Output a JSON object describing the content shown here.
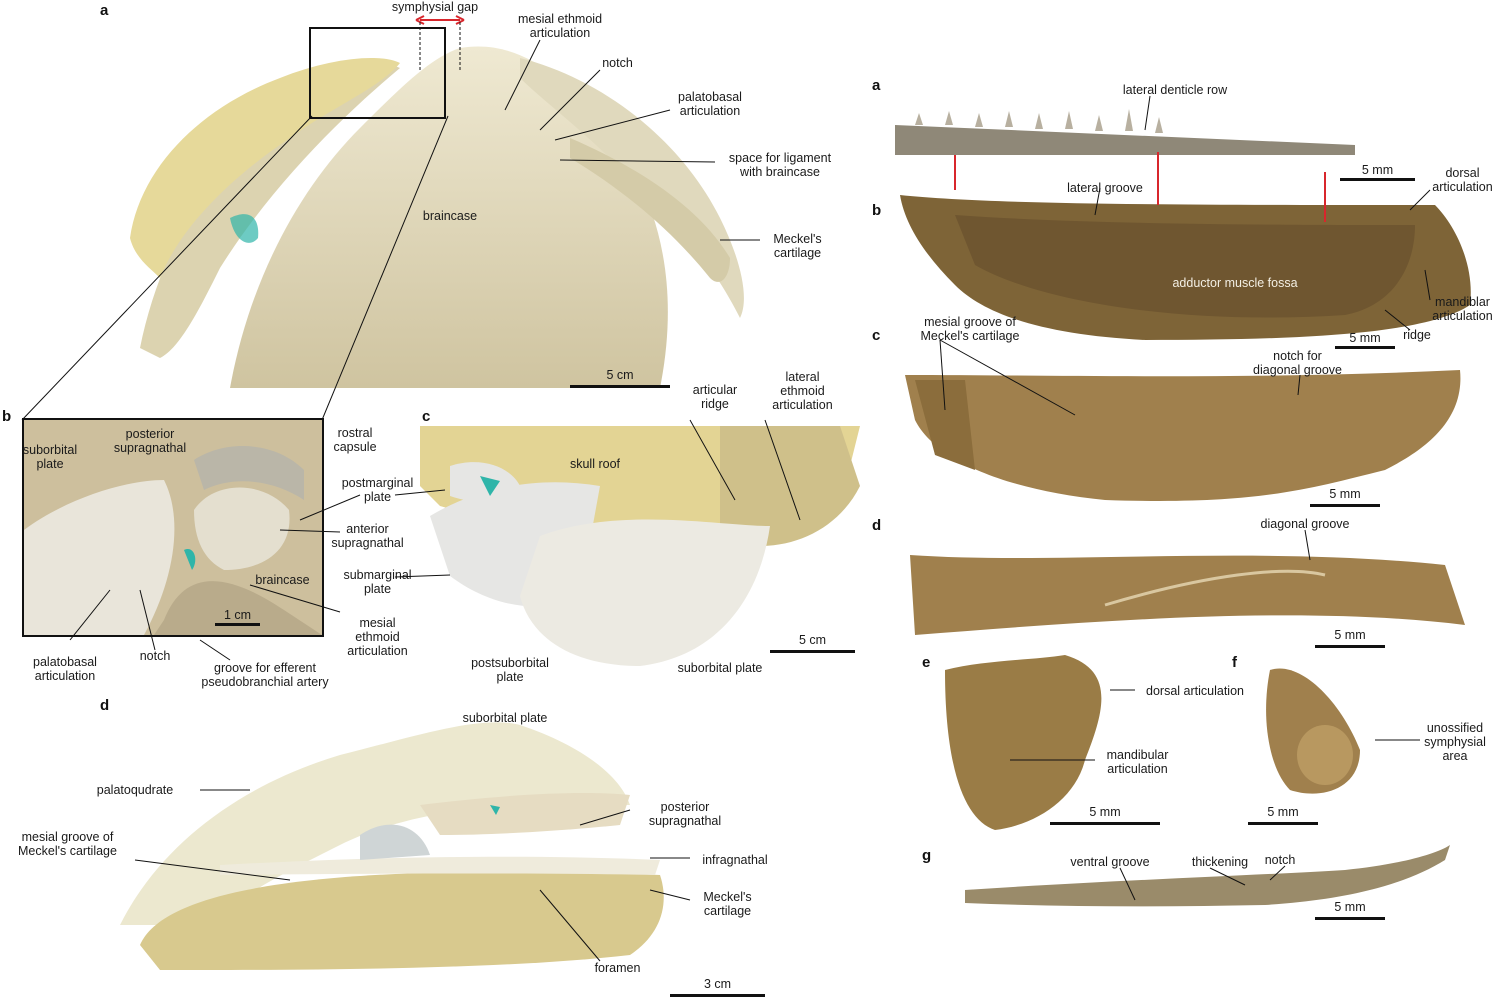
{
  "left_figure": {
    "panel_a": {
      "label": "a",
      "annotations": {
        "symphysial_gap": "symphysial gap",
        "mesial_ethmoid_articulation": "mesial ethmoid\narticulation",
        "notch": "notch",
        "palatobasal_articulation": "palatobasal\narticulation",
        "space_for_ligament": "space for ligament\nwith braincase",
        "braincase": "braincase",
        "meckels_cartilage": "Meckel's\ncartilage"
      },
      "scale": "5 cm"
    },
    "panel_b": {
      "label": "b",
      "annotations": {
        "suborbital_plate": "suborbital\nplate",
        "posterior_supragnathal": "posterior\nsupragnathal",
        "rostral_capsule": "rostral\ncapsule",
        "anterior_supragnathal": "anterior\nsupragnathal",
        "braincase": "braincase",
        "mesial_ethmoid_articulation": "mesial\nethmoid\narticulation",
        "palatobasal_articulation": "palatobasal\narticulation",
        "notch": "notch",
        "groove_for_efferent": "groove for efferent\npseudobranchial artery"
      },
      "scale": "1 cm"
    },
    "panel_c": {
      "label": "c",
      "annotations": {
        "articular_ridge": "articular\nridge",
        "lateral_ethmoid_articulation": "lateral\nethmoid\narticulation",
        "skull_roof": "skull roof",
        "postmarginal_plate": "postmarginal\nplate",
        "submarginal_plate": "submarginal\nplate",
        "postsuborbital_plate": "postsuborbital\nplate",
        "suborbital_plate": "suborbital plate"
      },
      "scale": "5 cm"
    },
    "panel_d": {
      "label": "d",
      "annotations": {
        "suborbital_plate": "suborbital plate",
        "palatoqudrate": "palatoqudrate",
        "posterior_supragnathal": "posterior\nsupragnathal",
        "mesial_groove": "mesial groove of\nMeckel's cartilage",
        "infragnathal": "infragnathal",
        "meckels_cartilage": "Meckel's\ncartilage",
        "foramen": "foramen"
      },
      "scale": "3 cm"
    }
  },
  "right_figure": {
    "panel_a": {
      "label": "a",
      "annotations": {
        "lateral_denticle_row": "lateral denticle row"
      },
      "scale": "5 mm"
    },
    "panel_b": {
      "label": "b",
      "annotations": {
        "lateral_groove": "lateral groove",
        "dorsal_articulation": "dorsal\narticulation",
        "adductor_muscle_fossa": "adductor muscle fossa",
        "mandiblar_articulation": "mandiblar\narticulation",
        "ridge": "ridge"
      },
      "scale": "5 mm"
    },
    "panel_c": {
      "label": "c",
      "annotations": {
        "mesial_groove": "mesial groove of\nMeckel's cartilage",
        "notch_for_diagonal_groove": "notch for\ndiagonal groove"
      },
      "scale": "5 mm"
    },
    "panel_d": {
      "label": "d",
      "annotations": {
        "diagonal_groove": "diagonal groove"
      },
      "scale": "5 mm"
    },
    "panel_e": {
      "label": "e",
      "annotations": {
        "dorsal_articulation": "dorsal articulation",
        "mandibular_articulation": "mandibular\narticulation"
      },
      "scale": "5 mm"
    },
    "panel_f": {
      "label": "f",
      "annotations": {
        "unossified_symphysial_area": "unossified\nsymphysial\narea"
      },
      "scale": "5 mm"
    },
    "panel_g": {
      "label": "g",
      "annotations": {
        "ventral_groove": "ventral groove",
        "thickening": "thickening",
        "notch": "notch"
      },
      "scale": "5 mm"
    }
  },
  "colors": {
    "bone_light": "#e8e2c4",
    "bone_yellow": "#e6d99a",
    "bone_white": "#ecebe6",
    "cartilage_brown": "#8b6d3c",
    "accent_red": "#d8262c",
    "turquoise": "#2fb5a9"
  }
}
